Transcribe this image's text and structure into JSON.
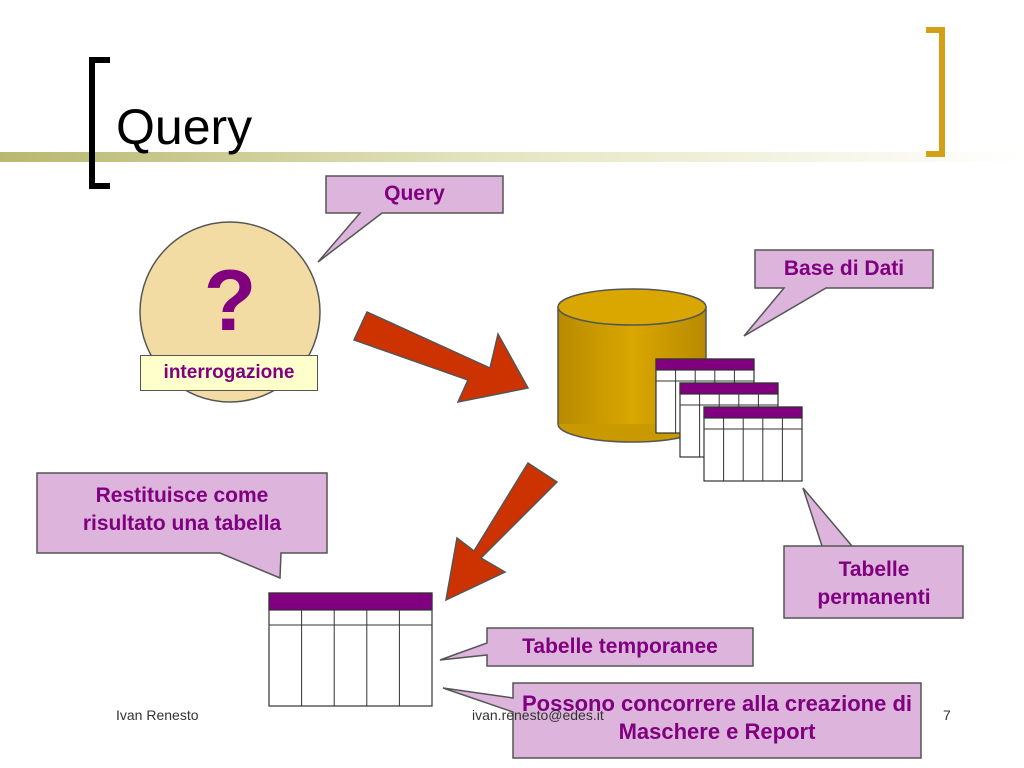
{
  "slide": {
    "title": "Query",
    "footer_left": "Ivan Renesto",
    "footer_center": "ivan.renesto@edes.it",
    "page_number": "7"
  },
  "diagram": {
    "query_symbol": "?",
    "query_tag": "interrogazione",
    "callouts": {
      "query": "Query",
      "database": "Base di Dati",
      "result": "Restituisce come risultato una tabella",
      "permanent": "Tabelle permanenti",
      "temporary": "Tabelle temporanee",
      "forms": "Possono concorrere alla creazione di Maschere e Report"
    }
  },
  "colors": {
    "accent_gold": "#d4a017",
    "callout_fill": "#dcb4dc",
    "table_header": "#800080",
    "arrow": "#cc3300",
    "cylinder": "#cc9900",
    "circle": "#f2dca4"
  }
}
